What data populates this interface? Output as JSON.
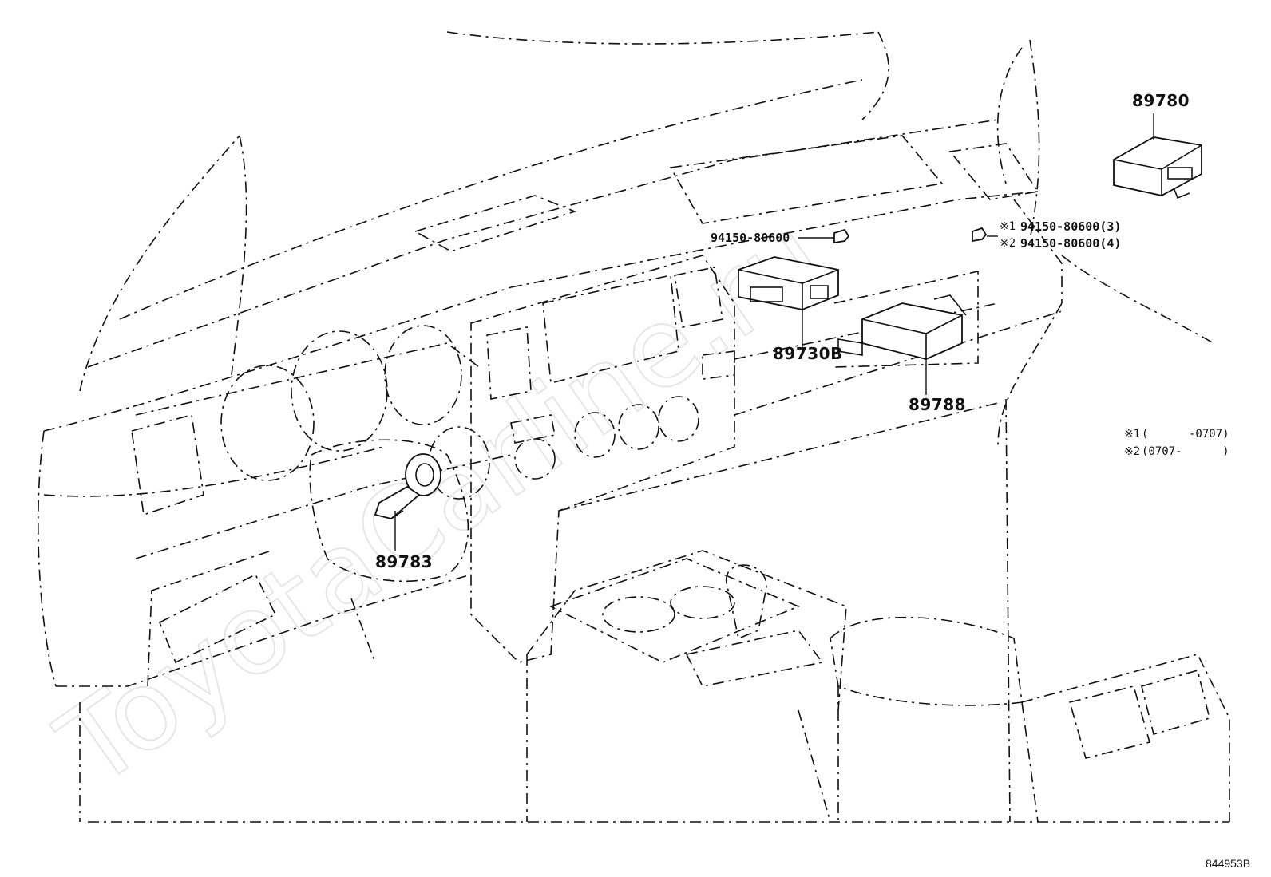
{
  "watermark": "ToyotaCarline.ru",
  "parts": {
    "p89780": "89780",
    "p89730b": "89730B",
    "p89788": "89788",
    "p89783": "89783",
    "nut_left": "94150-80600",
    "nut_right_1": "94150-80600(3)",
    "nut_right_2": "94150-80600(4)"
  },
  "note_marks": {
    "mark1": "※1",
    "mark2": "※2"
  },
  "notes": [
    {
      "mark": "※1",
      "range": "(      -0707)"
    },
    {
      "mark": "※2",
      "range": "(0707-      )"
    }
  ],
  "figure_id": "844953B"
}
